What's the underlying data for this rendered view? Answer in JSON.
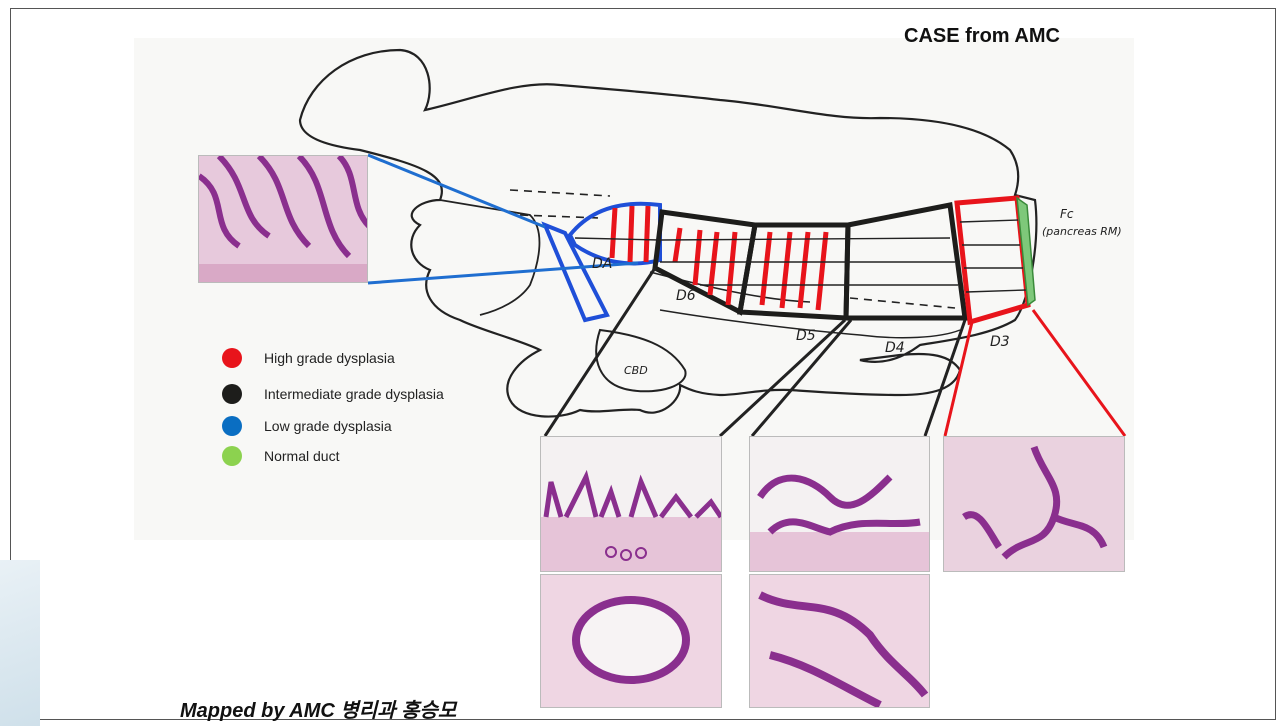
{
  "title": "CASE from AMC",
  "credit": "Mapped by AMC 병리과 홍승모",
  "legend": [
    {
      "label": "High grade dysplasia",
      "color": "#e8141b"
    },
    {
      "label": "Intermediate grade dysplasia",
      "color": "#1d1d1b"
    },
    {
      "label": "Low grade dysplasia",
      "color": "#0a6ec2"
    },
    {
      "label": "Normal duct",
      "color": "#8cd24f"
    }
  ],
  "sketch_labels": {
    "d_a": "DA",
    "d6": "D6",
    "d5": "D5",
    "d4": "D4",
    "d3": "D3",
    "cbd": "CBD",
    "margin_code": "Fc",
    "margin_text": "(pancreas RM)"
  },
  "colors": {
    "high": "#e8141b",
    "intermediate": "#1d1d1b",
    "low": "#1f6ed0",
    "normal": "#7ec87a",
    "ink": "#222222"
  }
}
